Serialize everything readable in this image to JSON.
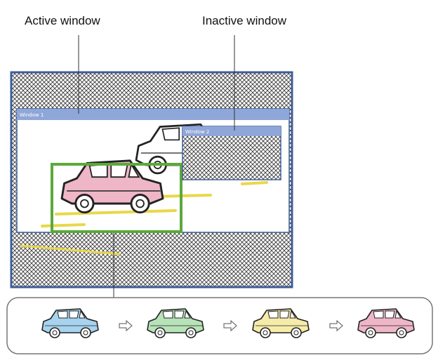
{
  "callouts": {
    "active": "Active window",
    "inactive": "Inactive window"
  },
  "windows": {
    "window1_title": "Window 1",
    "window2_title": "Window 2"
  },
  "colors": {
    "frame": "#3f5c97",
    "titlebar": "#8fa6d8",
    "highlight_box": "#5aaa3a",
    "car_highlight": "#efb6c8",
    "lane_line": "#e8d84a",
    "sequence": [
      "#a7d3ee",
      "#b7e3b8",
      "#f6ecaa",
      "#efb6c8"
    ]
  },
  "sequence_arrow_icon": "arrow-right-icon"
}
